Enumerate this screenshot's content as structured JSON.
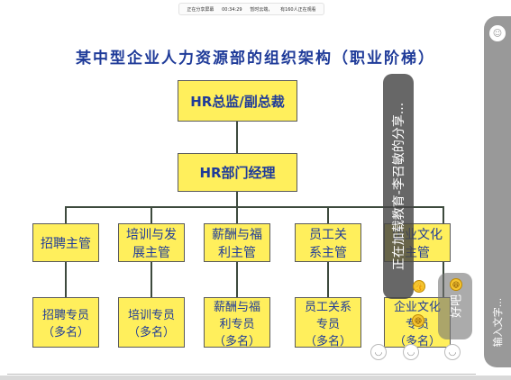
{
  "share_bar": {
    "status": "正在分享屏幕",
    "timer": "00:34:29",
    "stop": "暂时云端，",
    "viewers": "有160人正在观看"
  },
  "slide": {
    "title": "某中型企业人力资源部的组织架构（职业阶梯）",
    "top_box": "HR总监/副总裁",
    "manager_box": "HR部门经理",
    "supervisors": [
      {
        "line1": "招聘主管",
        "line2": ""
      },
      {
        "line1": "培训与发",
        "line2": "展主管"
      },
      {
        "line1": "薪酬与福",
        "line2": "利主管"
      },
      {
        "line1": "员工关",
        "line2": "系主管"
      },
      {
        "line1": "企业文化",
        "line2": "主管"
      }
    ],
    "specialists": [
      {
        "line1": "招聘专员",
        "line2": "（多名）",
        "line3": ""
      },
      {
        "line1": "培训专员",
        "line2": "（多名）",
        "line3": ""
      },
      {
        "line1": "薪酬与福",
        "line2": "利专员",
        "line3": "（多名）"
      },
      {
        "line1": "员工关系",
        "line2": "专员",
        "line3": "（多名）"
      },
      {
        "line1": "企业文化",
        "line2": "专员",
        "line3": "（多名）"
      }
    ]
  },
  "comments": {
    "big_bubble": "正在加载教育-李召敏的分享...",
    "small_bubble": "好吧",
    "input_placeholder": "输入文字..."
  }
}
